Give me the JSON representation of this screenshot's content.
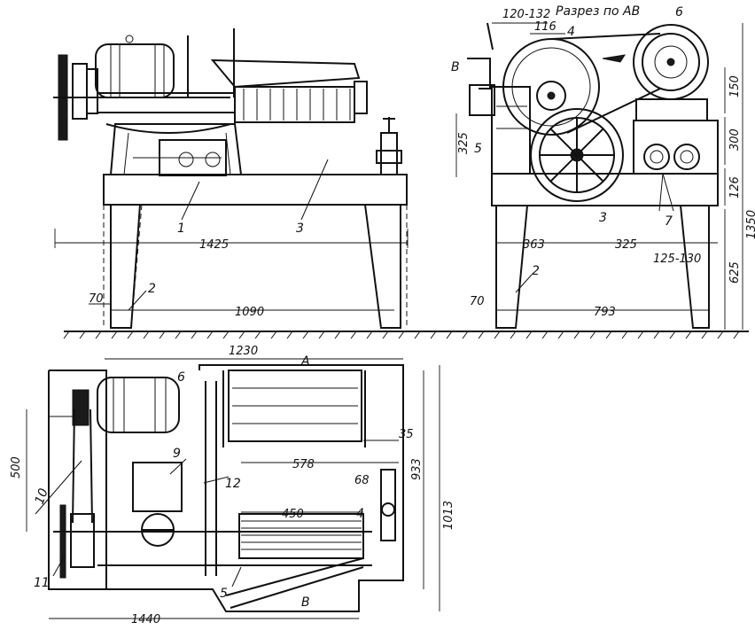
{
  "section_title": "Разрез по АВ",
  "front_view": {
    "dims": {
      "overall_width": "1425",
      "leg_span": "1090",
      "leg_foot": "70"
    },
    "parts": {
      "p1": "1",
      "p2": "2",
      "p3": "3"
    }
  },
  "side_view": {
    "dims": {
      "d120_132": "120-132",
      "d116": "116",
      "d325_left": "325",
      "d150": "150",
      "d300": "300",
      "d126": "126",
      "d1350": "1350",
      "d625": "625",
      "d363": "363",
      "d325_mid": "325",
      "d125_130": "125-130",
      "d793": "793",
      "d70": "70"
    },
    "parts": {
      "p2": "2",
      "p3": "3",
      "p4": "4",
      "p5": "5",
      "p6": "6",
      "p7": "7",
      "pB": "В"
    }
  },
  "plan_view": {
    "dims": {
      "d1230": "1230",
      "d500": "500",
      "d578": "578",
      "d35": "35",
      "d68": "68",
      "d933": "933",
      "d1013": "1013",
      "d450": "450",
      "d1440": "1440"
    },
    "parts": {
      "p4": "4",
      "p5": "5",
      "p6": "6",
      "p9": "9",
      "p10": "10",
      "p11": "11",
      "p12": "12",
      "pA": "А",
      "pB": "В"
    }
  }
}
